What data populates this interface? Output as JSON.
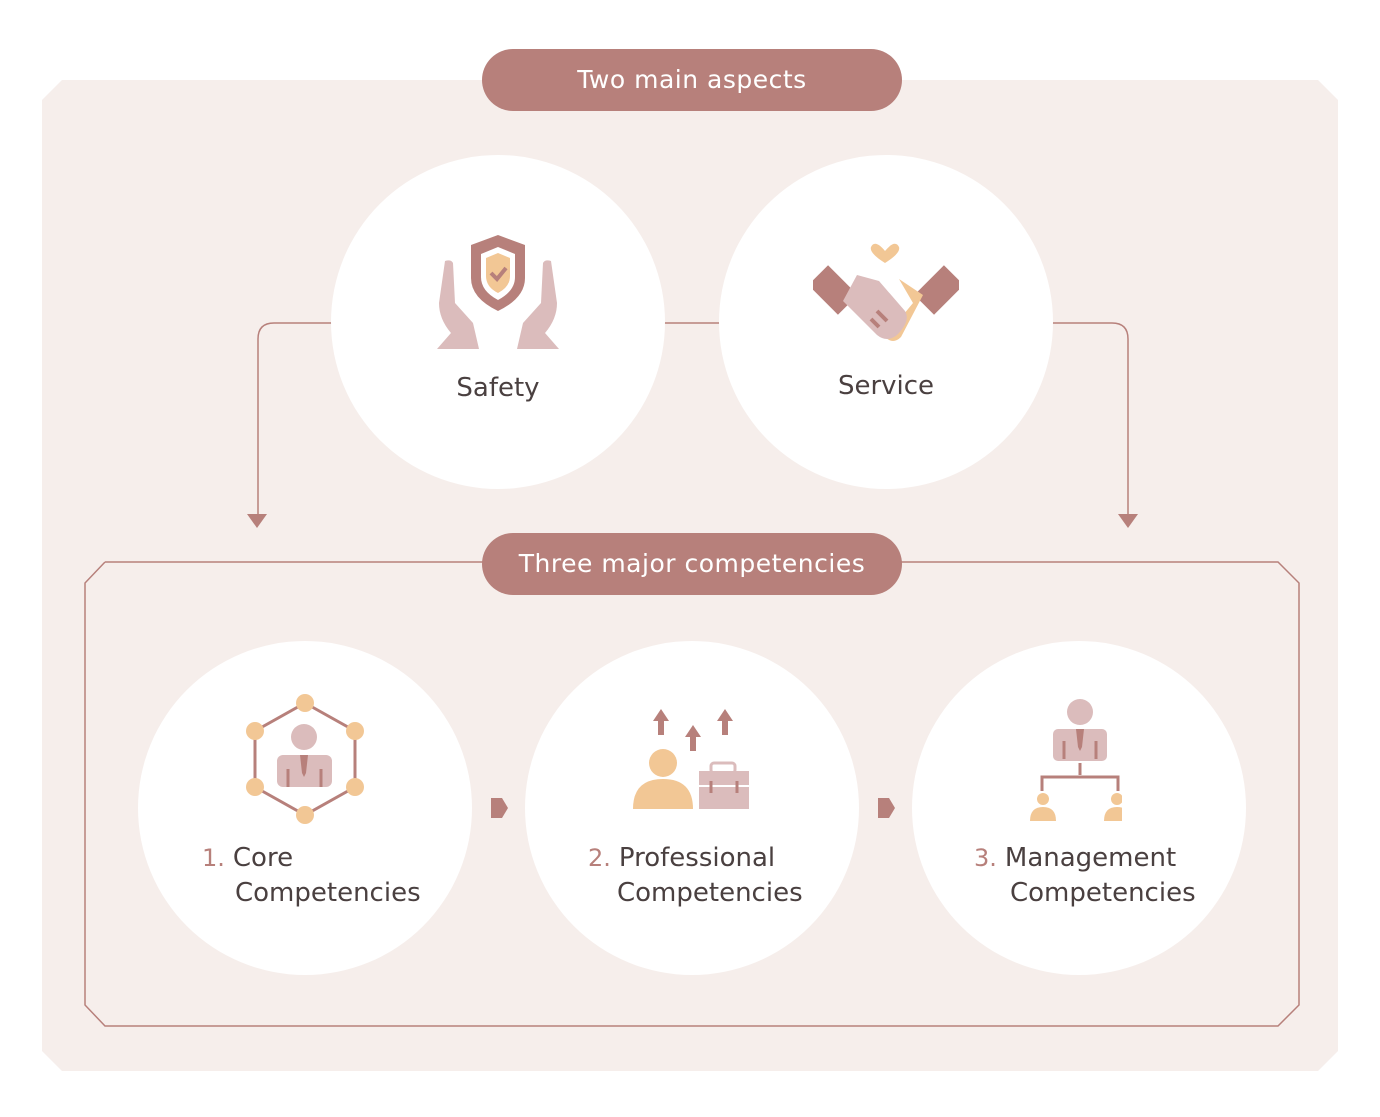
{
  "header": {
    "title": "Two main aspects"
  },
  "aspects": [
    {
      "label": "Safety",
      "icon": "shield-hands-icon"
    },
    {
      "label": "Service",
      "icon": "handshake-icon"
    }
  ],
  "section": {
    "title": "Three major competencies"
  },
  "competencies": [
    {
      "number": "1.",
      "line1": "Core",
      "line2": "Competencies",
      "icon": "network-person-icon"
    },
    {
      "number": "2.",
      "line1": "Professional",
      "line2": "Competencies",
      "icon": "career-growth-icon"
    },
    {
      "number": "3.",
      "line1": "Management",
      "line2": "Competencies",
      "icon": "org-chart-icon"
    }
  ],
  "colors": {
    "accent": "#b7807b",
    "light": "#dbbcbc",
    "yellow": "#f2c795",
    "background": "#f6eeeb"
  }
}
